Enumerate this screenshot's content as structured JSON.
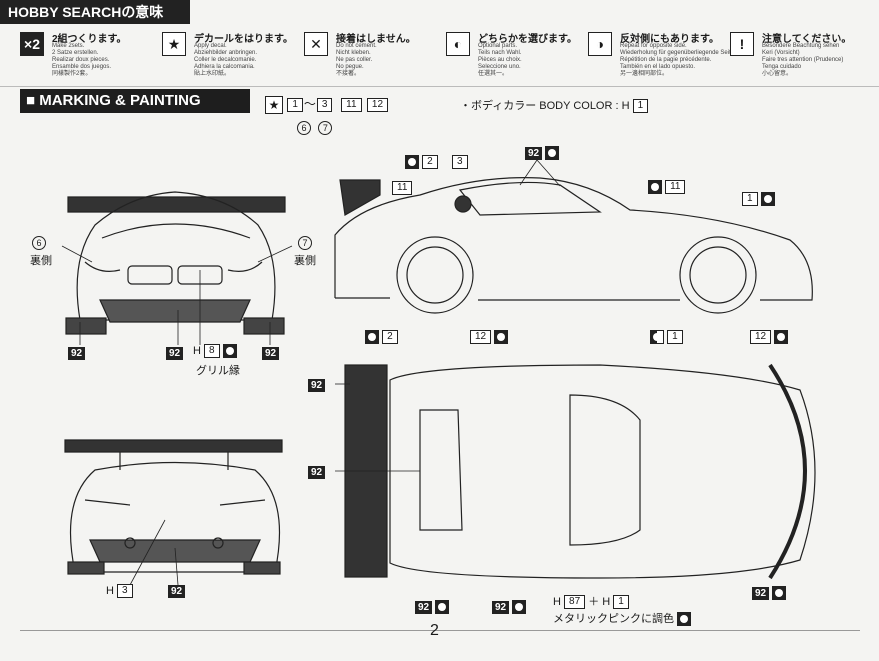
{
  "header": {
    "tag": "HOBBY SEARCHの意味"
  },
  "legend": [
    {
      "icon": "×2",
      "dark": true,
      "title": "2組つくります。",
      "lines": [
        "Make 2sets.",
        "2 Satze erstellen.",
        "Realizar doux pieces.",
        "Ensamble dos juegos.",
        "同樣製作2套。"
      ]
    },
    {
      "icon": "★",
      "dark": false,
      "title": "デカールをはります。",
      "lines": [
        "Apply decal.",
        "Abziehbilder anbringen.",
        "Coller le decalcomanie.",
        "Adhiera la calcomania.",
        "貼上水印紙。"
      ]
    },
    {
      "icon": "✕",
      "dark": false,
      "title": "接着はしません。",
      "lines": [
        "Do not cement.",
        "Nicht kleben.",
        "Ne pas coller.",
        "No pegue.",
        "不接著。"
      ]
    },
    {
      "icon": "◐",
      "dark": false,
      "title": "どちらかを選びます。",
      "lines": [
        "Optional parts.",
        "Teils nach Wahl.",
        "Pièces au choix.",
        "Seleccione uno.",
        "任選其一。"
      ]
    },
    {
      "icon": "◑",
      "dark": false,
      "title": "反対側にもあります。",
      "lines": [
        "Repeat for opposite side.",
        "Wiederholung für gegenüberliegende Seite.",
        "Répétition de la pagie précédente.",
        "También en el lado opuesto.",
        "另一邊相同部位。"
      ]
    },
    {
      "icon": "!",
      "dark": false,
      "title": "注意してください。",
      "lines": [
        "Besondere Beachtung sehen",
        "Keri (Vorsicht)",
        "Faire tres attention (Prudence)",
        "Tenga cuidado",
        "小心留意。"
      ]
    }
  ],
  "section": {
    "title": "MARKING & PAINTING",
    "decals_a": [
      "1",
      "3",
      "11",
      "12"
    ],
    "decals_b": [
      "6",
      "7"
    ],
    "body_color_label": "・ボディカラー BODY COLOR : H",
    "body_color_num": "1"
  },
  "callouts": {
    "c6": "6",
    "c7": "7",
    "ura": "裏側",
    "grill_label": "グリル縁",
    "h8_prefix": "H",
    "h8_num": "8",
    "h3_prefix": "H",
    "h3_num": "3",
    "h87_prefix": "H",
    "h87_num": "87",
    "plus": "＋ H",
    "h1_num": "1",
    "metallic": "メタリックピンクに調色",
    "n2": "2",
    "n3": "3",
    "n11": "11",
    "n1": "1",
    "n12": "12",
    "n92": "92"
  },
  "page": {
    "number": "2"
  }
}
